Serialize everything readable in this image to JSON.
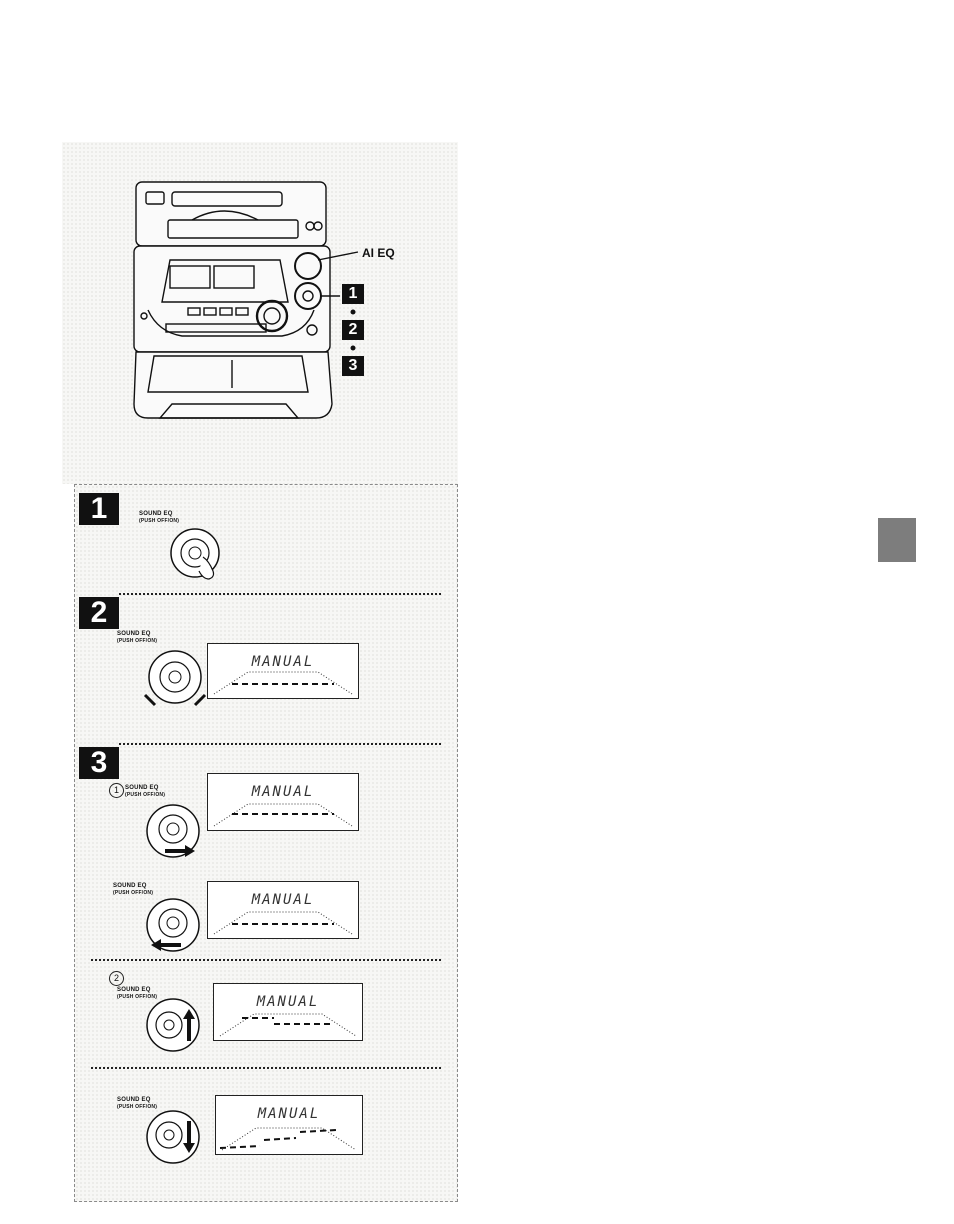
{
  "figure": {
    "callout_ai_eq": "AI EQ",
    "step_markers": [
      "1",
      "2",
      "3"
    ]
  },
  "steps": [
    {
      "number": "1",
      "knob_label": "SOUND EQ",
      "knob_sub": "(PUSH OFF/ON)"
    },
    {
      "number": "2",
      "knob_label": "SOUND EQ",
      "knob_sub": "(PUSH OFF/ON)",
      "display_text": "MANUAL"
    },
    {
      "number": "3",
      "sub_a": {
        "circled": "1",
        "knob_label": "SOUND EQ",
        "knob_sub": "(PUSH OFF/ON)",
        "display_text": "MANUAL"
      },
      "sub_a2": {
        "knob_label": "SOUND EQ",
        "knob_sub": "(PUSH OFF/ON)",
        "display_text": "MANUAL"
      },
      "sub_b": {
        "circled": "2",
        "knob_label": "SOUND EQ",
        "knob_sub": "(PUSH OFF/ON)",
        "display_text": "MANUAL"
      },
      "sub_b2": {
        "knob_label": "SOUND EQ",
        "knob_sub": "(PUSH OFF/ON)",
        "display_text": "MANUAL"
      }
    }
  ],
  "colors": {
    "ink": "#111111",
    "tab": "#7d7d7d"
  }
}
